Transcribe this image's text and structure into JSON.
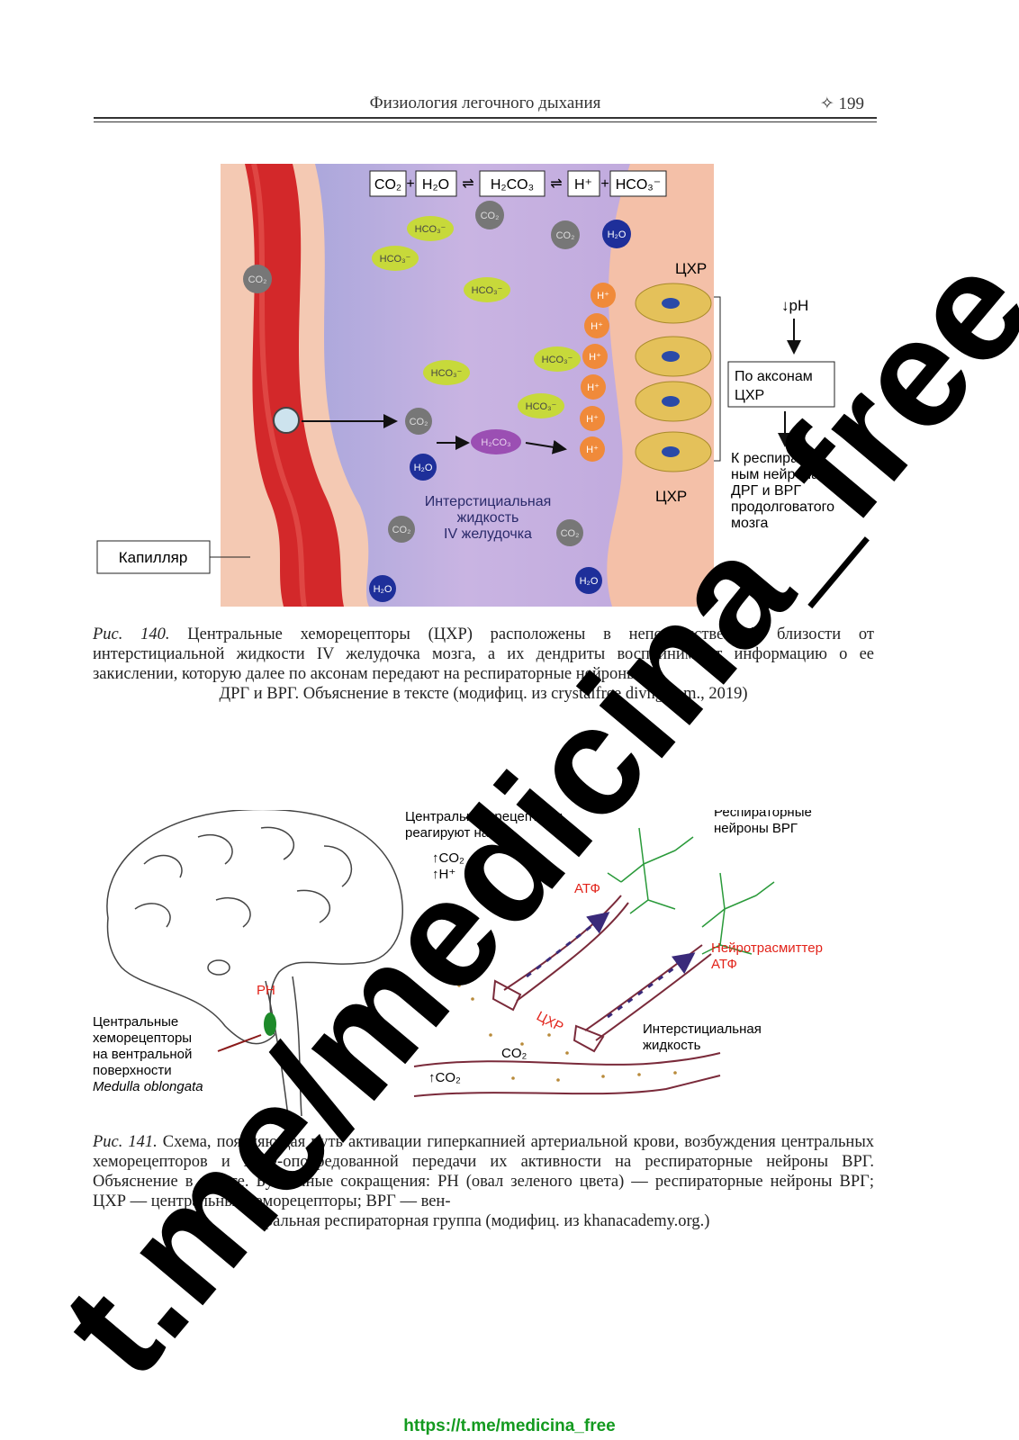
{
  "header": {
    "title": "Физиология легочного дыхания",
    "page_number": "✧ 199"
  },
  "figure1": {
    "equation": [
      "CO₂",
      "+",
      "H₂O",
      "⇌",
      "H₂CO₃",
      "⇌",
      "H⁺",
      "+",
      "HCO₃⁻"
    ],
    "molecules": {
      "co2": "CO₂",
      "h2o": "H₂O",
      "hco3": "HCO₃⁻",
      "h2co3": "H₂CO₃",
      "h": "H⁺"
    },
    "label_chr_top": "ЦХР",
    "label_chr_bottom": "ЦХР",
    "label_ph": "↓pH",
    "axon_box": [
      "По аксонам",
      "ЦХР"
    ],
    "to_neurons": [
      "К респиратор-",
      "ным нейронам",
      "ДРГ и ВРГ",
      "продолговатого",
      "мозга"
    ],
    "interstitial": [
      "Интерстициальная",
      "жидкость",
      "IV желудочка"
    ],
    "capillary": "Капилляр"
  },
  "caption1": {
    "label": "Рис. 140.",
    "text": "Центральные хеморецепторы (ЦХР) расположены в непосредственной близости от интерстициальной жидкости IV желудочка мозга, а их дендриты воспринимают информацию о ее закислении, которую далее по аксонам передают на респираторные нейроны",
    "last_line": "ДРГ и ВРГ. Объяснение в тексте (модифиц. из crystalfree divng.com., 2019)"
  },
  "figure2": {
    "receptors_title": [
      "Центральные рецепторы",
      "реагируют на:"
    ],
    "receptors_items": [
      "↑CO₂",
      "↑H⁺"
    ],
    "resp_neurons": [
      "Респираторные",
      "нейроны ВРГ"
    ],
    "atf": "АТФ",
    "neurotransmitter": [
      "Нейротрасмиттер",
      "АТФ"
    ],
    "chr": "ЦХР",
    "co2": "CO₂",
    "co2_up": "↑CO₂",
    "interstitial": [
      "Интерстициальная",
      "жидкость"
    ],
    "rn": "PH",
    "chemoreceptors": [
      "Центральные",
      "хеморецепторы",
      "на вентральной",
      "поверхности"
    ],
    "medulla": "Medulla oblongata"
  },
  "caption2": {
    "label": "Рис. 141.",
    "text": "Схема, поясняющая путь активации гиперкапнией артериальной крови, возбуждения центральных хеморецепторов и АТФ-опосредованной передачи их активности на респираторные нейроны ВРГ. Объяснение в тексте. Буквенные сокращения: РН (овал зеленого цвета) — респираторные нейроны ВРГ; ЦХР — центральные хеморецепторы; ВРГ — вен-",
    "last_line": "тральная респираторная группа (модифиц. из khanacademy.org.)"
  },
  "watermark": "t.me/medicina_free",
  "footer_link": "https://t.me/medicina_free"
}
